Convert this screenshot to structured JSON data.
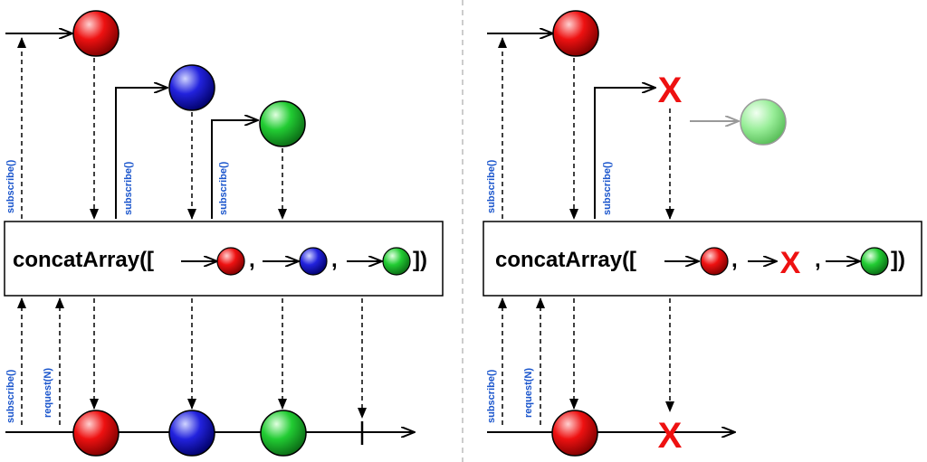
{
  "colors": {
    "red": "#ee1111",
    "blue": "#2222dd",
    "green": "#22cc33",
    "faded_green": "#99ee99",
    "call_label": "#1a55cc",
    "error": "#ee1111",
    "divider": "#bbbbbb"
  },
  "labels": {
    "subscribe": "subscribe()",
    "request": "request(N)",
    "error_mark": "X"
  },
  "left_panel": {
    "operator": {
      "prefix": "concatArray([",
      "separator": ",",
      "suffix": "])"
    },
    "sources": [
      "red",
      "blue",
      "green"
    ],
    "output": [
      "red",
      "blue",
      "green",
      "complete"
    ]
  },
  "right_panel": {
    "operator": {
      "prefix": "concatArray([",
      "separator": ",",
      "suffix": "])"
    },
    "sources": [
      "red",
      "error",
      "green-not-subscribed"
    ],
    "output": [
      "red",
      "error"
    ]
  },
  "icons": {
    "marble": "circle",
    "error": "red-x",
    "complete": "vertical-bar"
  }
}
